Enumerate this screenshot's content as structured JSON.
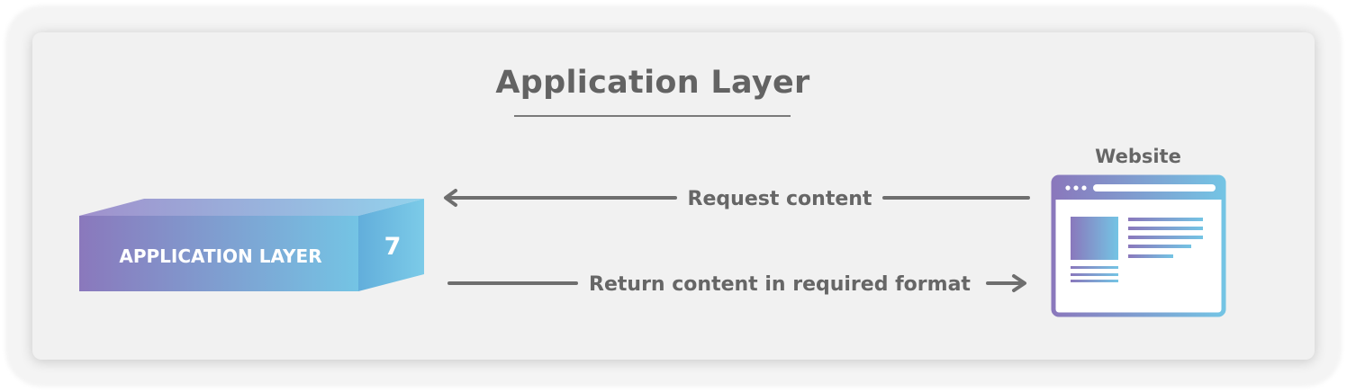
{
  "title": "Application Layer",
  "block": {
    "label": "APPLICATION LAYER",
    "number": "7",
    "gradient_start": "#8a78bc",
    "gradient_end": "#74c4e4"
  },
  "website": {
    "label": "Website"
  },
  "arrows": {
    "request": "Request content",
    "return": "Return content in required format"
  },
  "colors": {
    "card_background": "#f1f1f1",
    "text": "#666666",
    "arrow": "#6e6e6e"
  }
}
